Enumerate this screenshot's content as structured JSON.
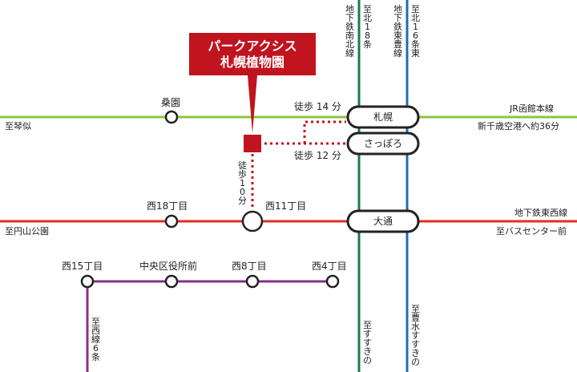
{
  "property": {
    "line1": "パークアクシス",
    "line2": "札幌植物園"
  },
  "colors": {
    "jr": "#8bc53f",
    "tozai": "#e03020",
    "nanboku": "#1a7a48",
    "toho": "#1f6db5",
    "tram": "#8a2d8c",
    "marker": "#c0141f"
  },
  "lines": {
    "jr": {
      "name": "JR函館本線",
      "left_dir": "至琴似",
      "right_dir": "新千歳空港へ約36分"
    },
    "tozai": {
      "name": "地下鉄東西線",
      "left_dir": "至円山公園",
      "right_dir": "至バスセンター前"
    },
    "nanboku": {
      "name": "地下鉄南北線",
      "top_dir": "至北18条",
      "bottom_dir": "至すすきの"
    },
    "toho": {
      "name": "地下鉄東豊線",
      "top_dir": "至北16条東",
      "bottom_dir": "至豊水すすきの"
    },
    "tram": {
      "down_dir": "至西線6条"
    }
  },
  "stations": {
    "soen": "桑園",
    "sapporo": "札幌",
    "sapporo_sub": "さっぽろ",
    "nishi18": "西18丁目",
    "nishi11": "西11丁目",
    "odori": "大通",
    "nishi15": "西15丁目",
    "chuokuyakusho": "中央区役所前",
    "nishi8": "西8丁目",
    "nishi4": "西4丁目"
  },
  "walks": {
    "to_sapporo": "徒歩 14 分",
    "to_sapporo_sub": "徒歩 12 分",
    "to_nishi11": "徒歩10分"
  }
}
